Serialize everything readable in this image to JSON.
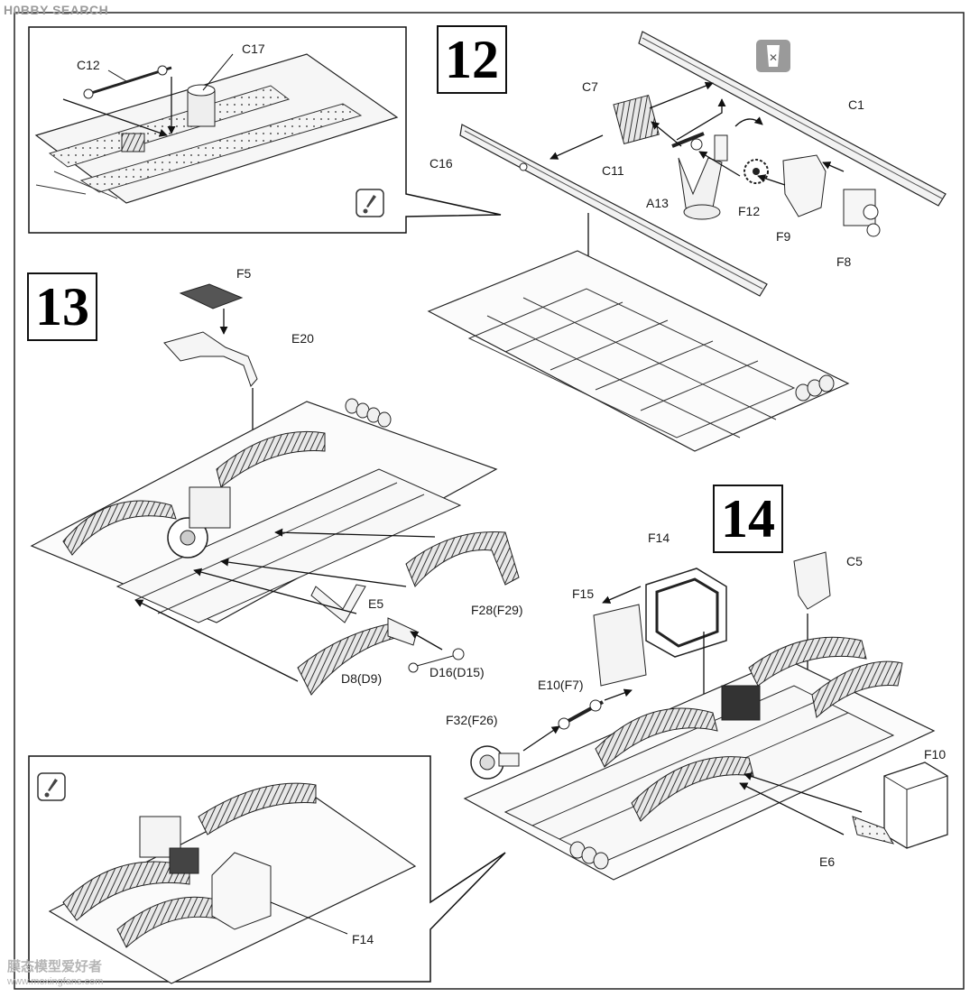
{
  "watermark": {
    "top_logo": "H0BBY SEARCH",
    "bottom_text": "膜态模型爱好者",
    "bottom_url": "www.moxingfans.com"
  },
  "steps": [
    {
      "number": "12"
    },
    {
      "number": "13"
    },
    {
      "number": "14"
    }
  ],
  "parts": {
    "c12": "C12",
    "c17": "C17",
    "c7": "C7",
    "c1": "C1",
    "c16": "C16",
    "c11": "C11",
    "a13": "A13",
    "f12": "F12",
    "f9": "F9",
    "f8": "F8",
    "f5": "F5",
    "e20": "E20",
    "e5": "E5",
    "f28": "F28(F29)",
    "d8": "D8(D9)",
    "d16": "D16(D15)",
    "f14_top": "F14",
    "f15": "F15",
    "c5": "C5",
    "e10": "E10(F7)",
    "f32": "F32(F26)",
    "f10": "F10",
    "e6": "E6",
    "f14_inset": "F14"
  },
  "icons": {
    "remove_icon": "scissors-remove-icon",
    "caution_icon": "caution-icon"
  }
}
